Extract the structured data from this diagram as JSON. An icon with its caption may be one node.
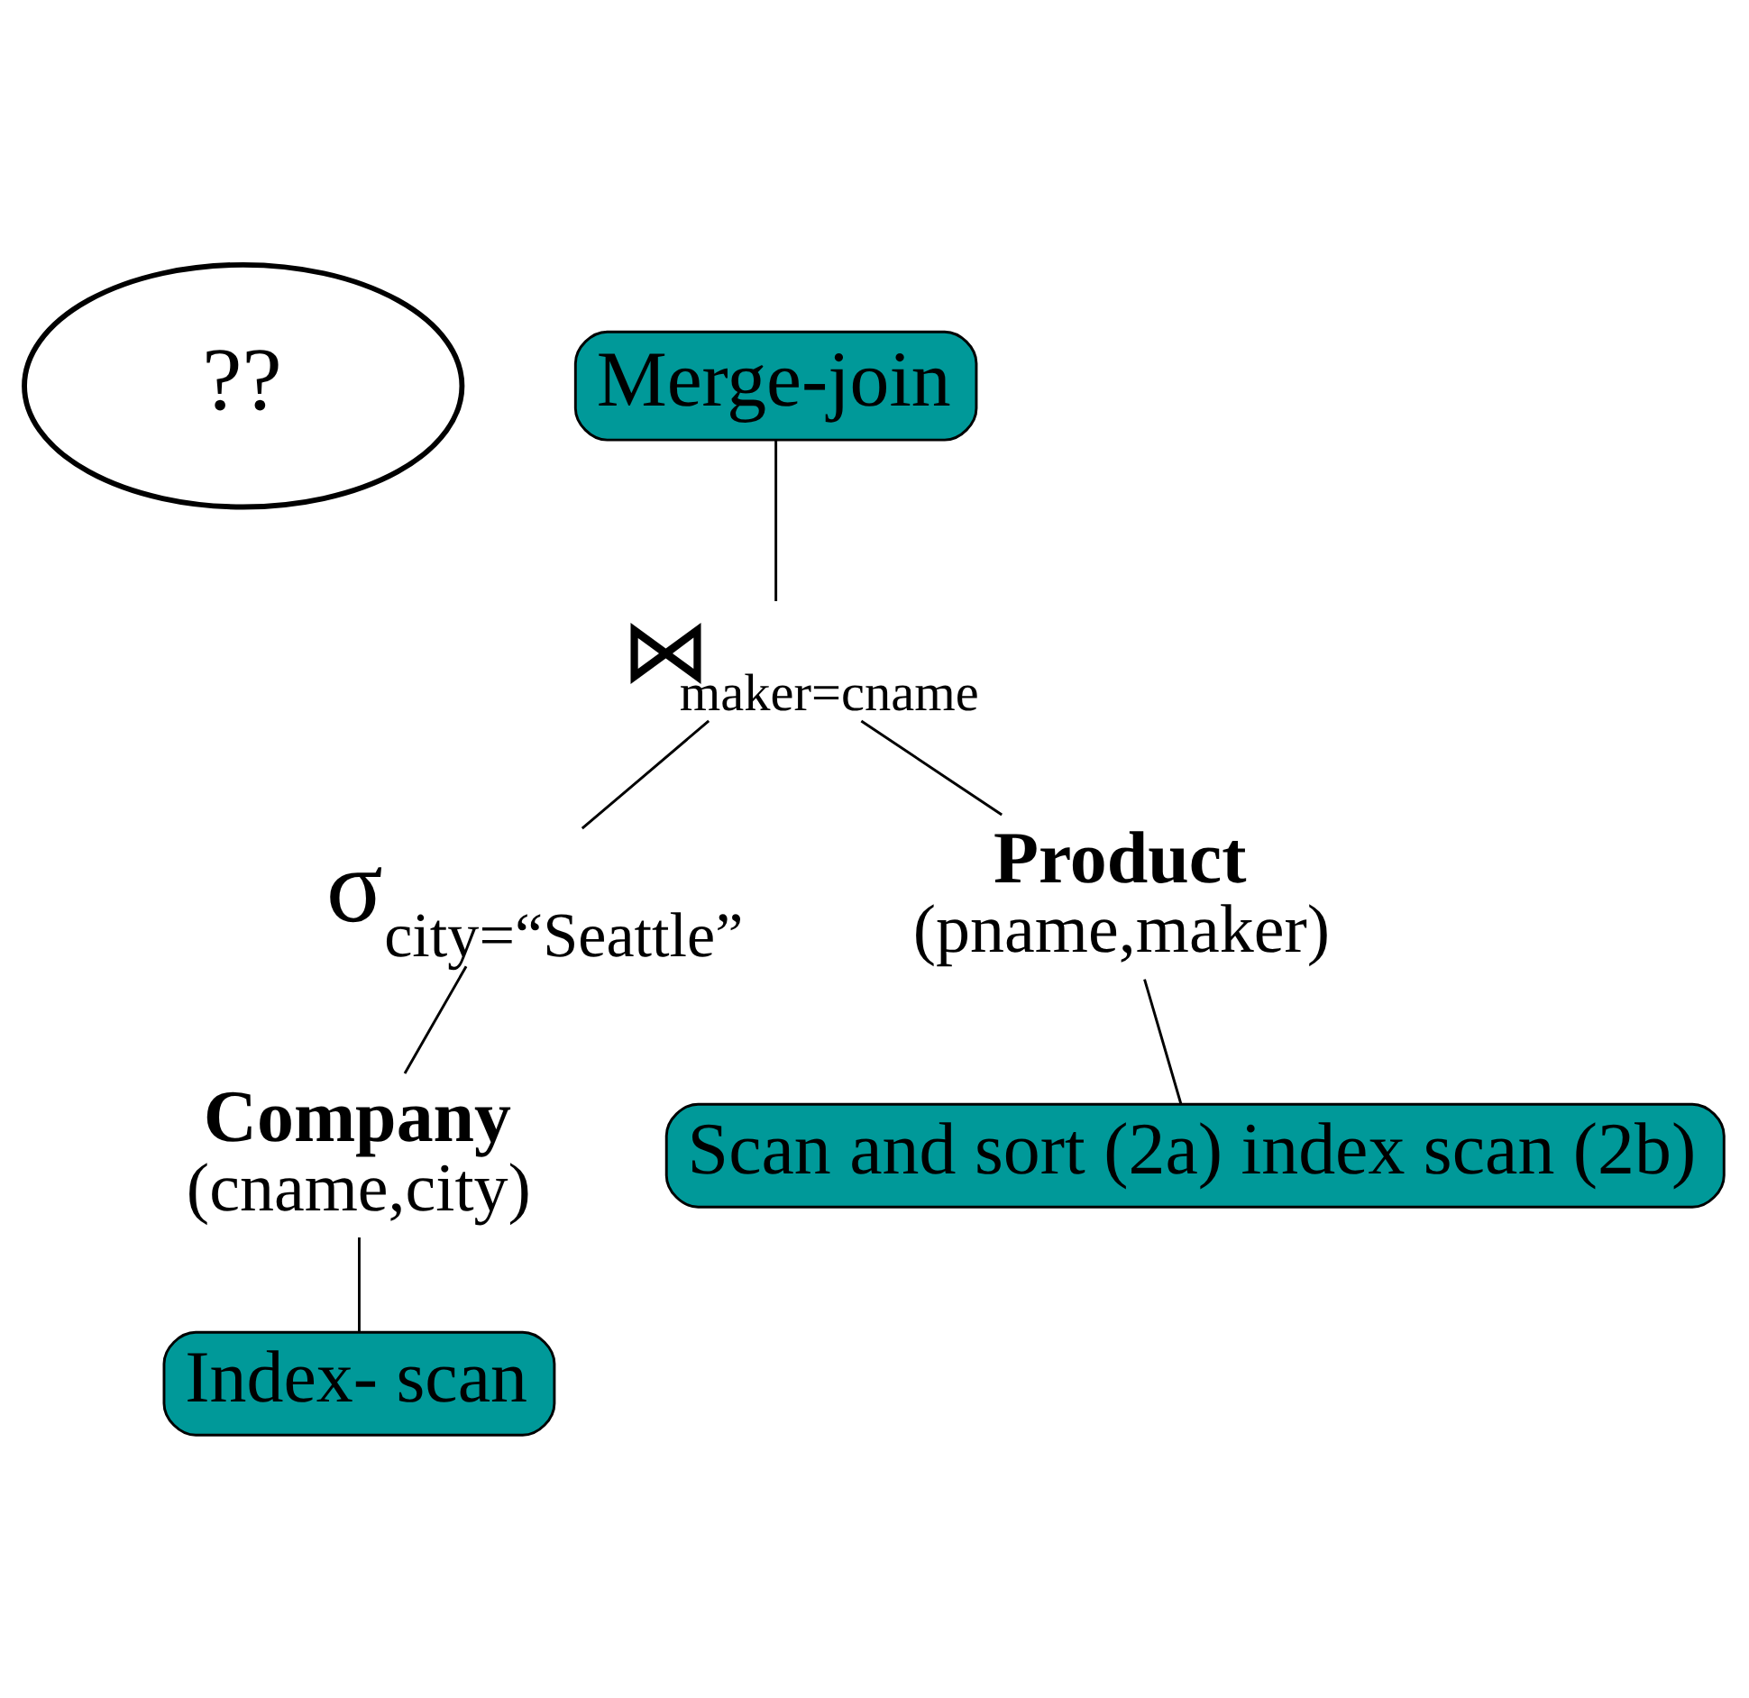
{
  "diagram": {
    "nodes": [
      {
        "text": [
          "??"
        ]
      },
      {
        "text": [
          "Merge-join"
        ]
      },
      {
        "text": [
          "⋈"
        ],
        "beside": [
          "maker=cname"
        ]
      },
      {
        "text": [
          "σ"
        ],
        "beside": [
          "city=“Seattle”"
        ]
      },
      {
        "text": [
          "Product",
          "(pname,maker)"
        ]
      },
      {
        "text": [
          "Company",
          "(cname,city)"
        ]
      },
      {
        "text": [
          "Scan and sort (2a) index scan (2b)"
        ]
      },
      {
        "text": [
          "Index- scan"
        ]
      }
    ],
    "edges": [
      {
        "from": 1,
        "to": 2,
        "arrow": "none"
      },
      {
        "from": 2,
        "to": 4,
        "arrow": "none"
      },
      {
        "from": 2,
        "to": 3,
        "arrow": "none"
      },
      {
        "from": 3,
        "to": 5,
        "arrow": "none"
      },
      {
        "from": 4,
        "to": 6,
        "arrow": "none"
      },
      {
        "from": 5,
        "to": 7,
        "arrow": "none"
      }
    ]
  }
}
